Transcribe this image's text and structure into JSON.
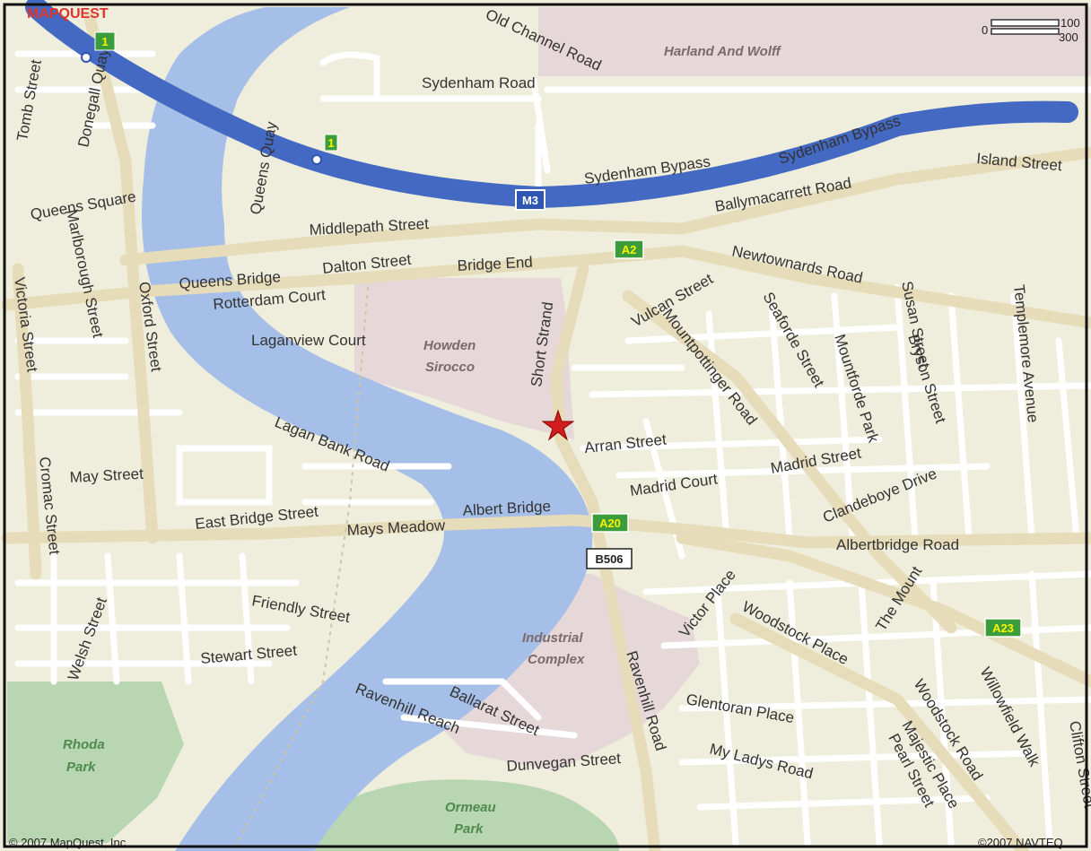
{
  "brand": {
    "logo_text": "MAPQUEST",
    "logo_color": "#e0332a"
  },
  "colors": {
    "land": "#efeedc",
    "river": "#a6bfe8",
    "route": "#4369c2",
    "road": "#ffffff",
    "major_road": "#e7dcb9",
    "industrial": "#e6d7d9",
    "park": "#b9d6b2",
    "marker": "#d11d1d"
  },
  "scale": {
    "top_label": "100",
    "bottom_label": "300",
    "zero_label": "0"
  },
  "streets": {
    "old_channel_road": "Old Channel Road",
    "sydenham_road": "Sydenham Road",
    "sydenham_bypass_1": "Sydenham Bypass",
    "sydenham_bypass_2": "Sydenham Bypass",
    "island_street": "Island Street",
    "ballymacarrett_road": "Ballymacarrett Road",
    "middlepath_street": "Middlepath Street",
    "queens_square": "Queens Square",
    "queens_bridge": "Queens Bridge",
    "queens_quay": "Queens Quay",
    "dalton_street": "Dalton Street",
    "bridge_end": "Bridge End",
    "newtownards_road": "Newtownards Road",
    "rotterdam_court": "Rotterdam Court",
    "laganview_court": "Laganview Court",
    "short_strand": "Short Strand",
    "vulcan_street": "Vulcan Street",
    "mountpottinger_road": "Mountpottinger Road",
    "seaforde_street": "Seaforde Street",
    "mountforde_park": "Mountforde Park",
    "susan_street": "Susan Street",
    "bryson_street": "Bryson Street",
    "templemore_avenue": "Templemore Avenue",
    "lagan_bank_road": "Lagan Bank Road",
    "arran_street": "Arran Street",
    "madrid_street": "Madrid Street",
    "madrid_court": "Madrid Court",
    "clandeboye_drive": "Clandeboye Drive",
    "may_street": "May Street",
    "east_bridge_street": "East Bridge Street",
    "mays_meadow": "Mays Meadow",
    "albert_bridge": "Albert Bridge",
    "albertbridge_road": "Albertbridge Road",
    "the_mount": "The Mount",
    "victor_place": "Victor Place",
    "woodstock_place": "Woodstock Place",
    "friendly_street": "Friendly Street",
    "stewart_street": "Stewart Street",
    "welsh_street": "Welsh Street",
    "ravenhill_road": "Ravenhill Road",
    "ravenhill_reach": "Ravenhill Reach",
    "ballarat_street": "Ballarat Street",
    "glentoran_place": "Glentoran Place",
    "my_ladys_road": "My Ladys Road",
    "dunvegan_street": "Dunvegan Street",
    "woodstock_road": "Woodstock Road",
    "majestic_place": "Majestic Place",
    "pearl_street": "Pearl Street",
    "willowfield_walk": "Willowfield Walk",
    "clifton_street": "Clifton Street",
    "victoria_street": "Victoria Street",
    "cromac_street": "Cromac Street",
    "oxford_street": "Oxford Street",
    "marlborough_street": "Marlborough Street",
    "donegall_quay": "Donegall Quay",
    "tomb_street": "Tomb Street"
  },
  "areas": {
    "harland_and_wolff": "Harland And Wolff",
    "howden_line1": "Howden",
    "howden_line2": "Sirocco",
    "industrial_line1": "Industrial",
    "industrial_line2": "Complex",
    "rhoda_line1": "Rhoda",
    "rhoda_line2": "Park",
    "ormeau_line1": "Ormeau",
    "ormeau_line2": "Park"
  },
  "shields": {
    "m3": "M3",
    "a2": "A2",
    "a20": "A20",
    "a23": "A23",
    "b506": "B506",
    "m1": "1",
    "top_green": "1"
  },
  "copyright_left": "© 2007 MapQuest, Inc.",
  "copyright_right": "©2007 NAVTEQ"
}
